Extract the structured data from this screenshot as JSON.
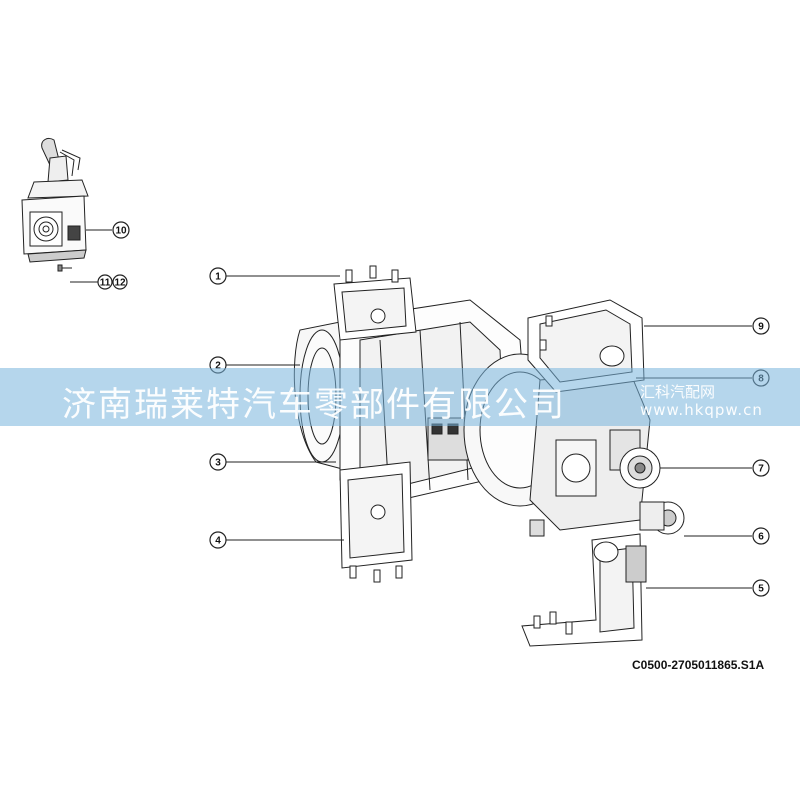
{
  "diagram": {
    "drawing_code": "C0500-2705011865.S1A",
    "callouts": [
      {
        "label": "1"
      },
      {
        "label": "2"
      },
      {
        "label": "3"
      },
      {
        "label": "4"
      },
      {
        "label": "5"
      },
      {
        "label": "6"
      },
      {
        "label": "7"
      },
      {
        "label": "8"
      },
      {
        "label": "9"
      },
      {
        "label": "10"
      },
      {
        "label": "11"
      },
      {
        "label": "12"
      }
    ]
  },
  "watermark": {
    "company": "济南瑞莱特汽车零部件有限公司",
    "site_name": "汇科汽配网",
    "url": "www.hkqpw.cn",
    "color": "#78b4dc"
  }
}
